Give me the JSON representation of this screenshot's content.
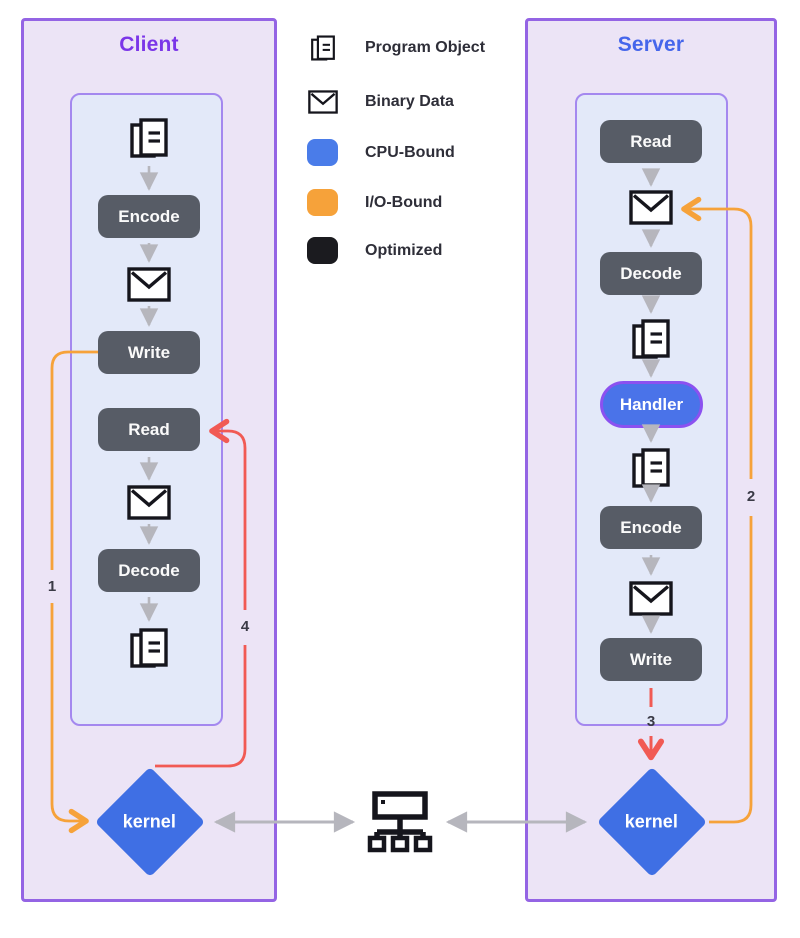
{
  "client": {
    "title": "Client",
    "steps": {
      "encode": "Encode",
      "write": "Write",
      "read": "Read",
      "decode": "Decode"
    },
    "kernel_label": "kernel"
  },
  "server": {
    "title": "Server",
    "steps": {
      "read": "Read",
      "decode": "Decode",
      "handler": "Handler",
      "encode": "Encode",
      "write": "Write"
    },
    "kernel_label": "kernel"
  },
  "legend": {
    "items": [
      {
        "label": "Program Object",
        "icon": "program-object-icon"
      },
      {
        "label": "Binary Data",
        "icon": "envelope-icon"
      },
      {
        "label": "CPU-Bound",
        "color": "#4a7ce9"
      },
      {
        "label": "I/O-Bound",
        "color": "#f6a23a"
      },
      {
        "label": "Optimized",
        "color": "#1b1b1f"
      }
    ]
  },
  "flow_numbers": {
    "n1": "1",
    "n2": "2",
    "n3": "3",
    "n4": "4"
  },
  "colors": {
    "client_accent": "#7b36e8",
    "server_accent": "#4566eb",
    "cpu_bound_blue": "#4a7ce9",
    "io_bound_orange": "#f6a23a",
    "optimized_black": "#1b1b1f",
    "step_red": "#f15a54",
    "arrow_gray": "#b6b6bd",
    "node_gray": "#575c66",
    "kernel_blue": "#3f6fe4",
    "panel_border_purple": "#9464e4"
  }
}
